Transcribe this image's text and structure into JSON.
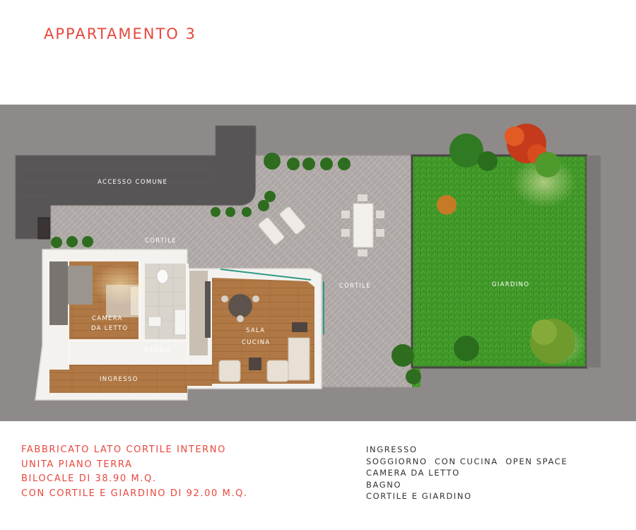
{
  "title": "APPARTAMENTO 3",
  "plan": {
    "labels": {
      "accesso_comune": "ACCESSO COMUNE",
      "cortile_top": "CORTILE",
      "cortile_mid": "CORTILE",
      "giardino": "GIARDINO",
      "camera_line1": "CAMERA",
      "camera_line2": "DA LETTO",
      "bagno": "BAGNO",
      "sala": "SALA",
      "cucina": "CUCINA",
      "ingresso": "INGRESSO"
    }
  },
  "info_left": [
    "FABBRICATO LATO CORTILE INTERNO",
    "UNITA PIANO TERRA",
    "BILOCALE DI 38.90 M.Q.",
    "CON CORTILE E GIARDINO   DI 92.00 M.Q."
  ],
  "info_right": [
    "INGRESSO",
    "SOGGIORNO  CON CUCINA  OPEN SPACE",
    "CAMERA DA LETTO",
    "BAGNO",
    "CORTILE E GIARDINO"
  ],
  "colors": {
    "accent": "#e8473d",
    "background_plan": "#8f8a8a",
    "paving": "#b0aaa8",
    "path": "#555555",
    "grass": "#3f9a28",
    "wood_floor": "#b27a45",
    "walls": "#f4f2ef"
  }
}
